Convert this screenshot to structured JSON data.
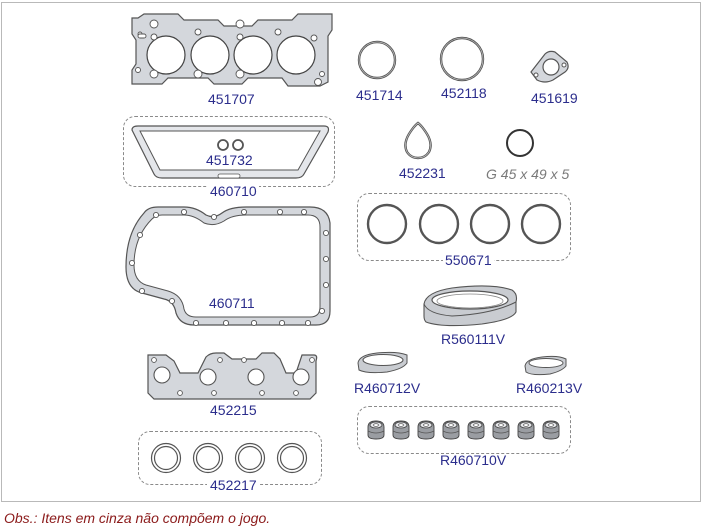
{
  "parts": {
    "head_gasket": {
      "code": "451707"
    },
    "ring_451714": {
      "code": "451714"
    },
    "ring_452118": {
      "code": "452118"
    },
    "flange_451619": {
      "code": "451619"
    },
    "valve_cover_inner": {
      "code": "451732"
    },
    "valve_cover_set": {
      "code": "460710"
    },
    "teardrop_452231": {
      "code": "452231"
    },
    "oring_extra": {
      "code": "G 45 x 49 x 5",
      "status": "not included (gray)"
    },
    "ring_set_550671": {
      "code": "550671"
    },
    "oil_pan": {
      "code": "460711"
    },
    "seal_R560111V": {
      "code": "R560111V"
    },
    "seal_R460712V": {
      "code": "R460712V"
    },
    "seal_R460213V": {
      "code": "R460213V"
    },
    "exhaust_manifold": {
      "code": "452215"
    },
    "valve_stem_seals": {
      "code": "R460710V",
      "count": 8
    },
    "ring_set_452217": {
      "code": "452217"
    }
  },
  "footer": {
    "note": "Obs.: Itens em cinza não compõem o jogo."
  },
  "colors": {
    "label": "#2b2d8c",
    "gray_label": "#7a7a7a",
    "note": "#8b1a1a",
    "gasket_fill": "#d4d7dc",
    "outline": "#444444"
  }
}
